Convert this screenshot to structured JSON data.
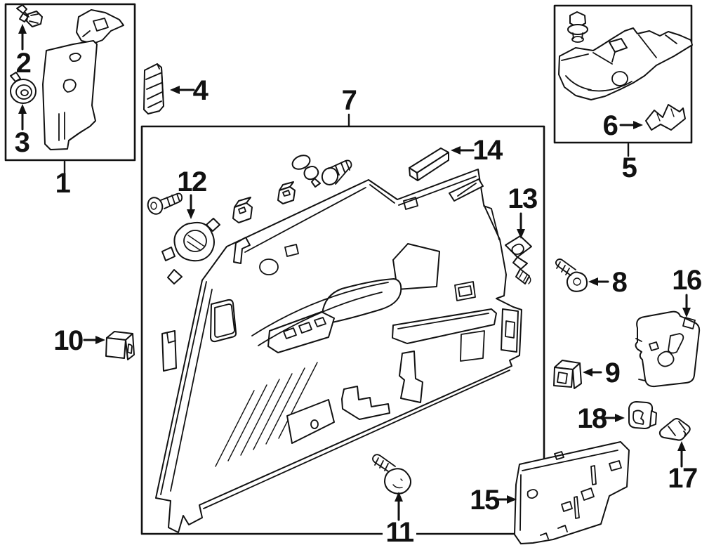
{
  "diagram": {
    "type": "exploded-parts-diagram",
    "background_color": "#ffffff",
    "line_color": "#111111",
    "callouts": [
      {
        "number": "1"
      },
      {
        "number": "2"
      },
      {
        "number": "3"
      },
      {
        "number": "4"
      },
      {
        "number": "5"
      },
      {
        "number": "6"
      },
      {
        "number": "7"
      },
      {
        "number": "8"
      },
      {
        "number": "9"
      },
      {
        "number": "10"
      },
      {
        "number": "11"
      },
      {
        "number": "12"
      },
      {
        "number": "13"
      },
      {
        "number": "14"
      },
      {
        "number": "15"
      },
      {
        "number": "16"
      },
      {
        "number": "17"
      },
      {
        "number": "18"
      }
    ]
  }
}
